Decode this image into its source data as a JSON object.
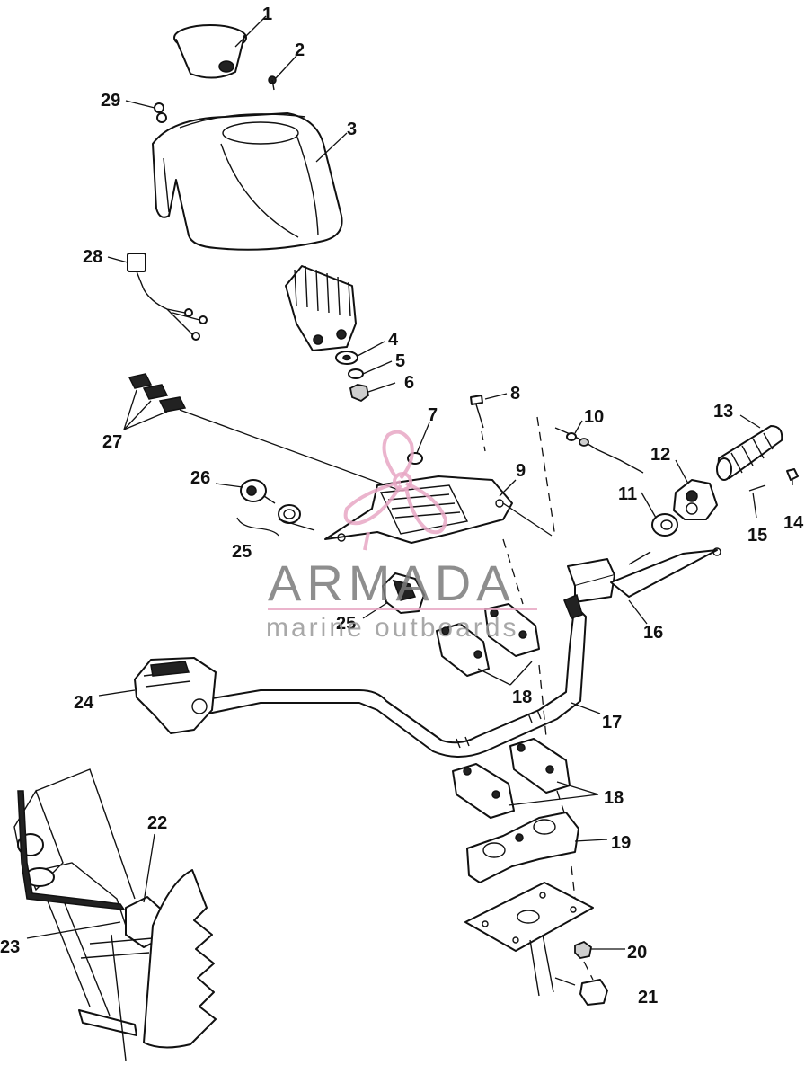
{
  "callouts": {
    "c1": "1",
    "c2": "2",
    "c3": "3",
    "c4": "4",
    "c5": "5",
    "c6": "6",
    "c7": "7",
    "c8": "8",
    "c9": "9",
    "c10": "10",
    "c11": "11",
    "c12": "12",
    "c13": "13",
    "c14": "14",
    "c15": "15",
    "c16": "16",
    "c17": "17",
    "c18a": "18",
    "c18b": "18",
    "c19": "19",
    "c20": "20",
    "c21": "21",
    "c22": "22",
    "c23": "23",
    "c24": "24",
    "c25a": "25",
    "c25b": "25",
    "c26": "26",
    "c27": "27",
    "c28": "28",
    "c29": "29"
  },
  "watermark": {
    "brand": "ARMADA",
    "tagline": "marine outboards"
  },
  "colors": {
    "ink": "#111111",
    "watermark_pink": "#e8a7c4",
    "watermark_grey": "#7b7b7b"
  }
}
